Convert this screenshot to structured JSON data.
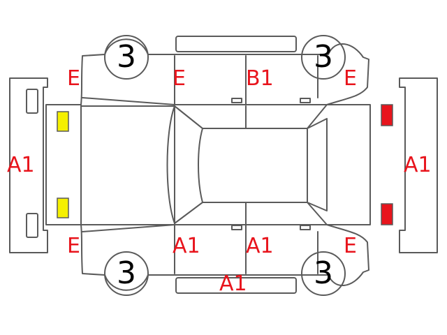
{
  "colors": {
    "outline": "#5a5a5a",
    "damage_label": "#e8141c",
    "front_lamp": "#f5f000",
    "rear_lamp": "#e8141c",
    "wheel_number": "#000000"
  },
  "wheels": {
    "front_left": "3",
    "rear_left": "3",
    "front_right": "3",
    "rear_right": "3"
  },
  "marks": {
    "front_bumper": "A1",
    "rear_bumper": "A1",
    "top_front_fender": "E",
    "top_front_door": "E",
    "top_rear_door": "B1",
    "top_rear_fender": "E",
    "bottom_front_fender": "E",
    "bottom_front_door": "A1",
    "bottom_rear_door": "A1",
    "bottom_rear_fender": "E",
    "bottom_side_sill": "A1"
  }
}
